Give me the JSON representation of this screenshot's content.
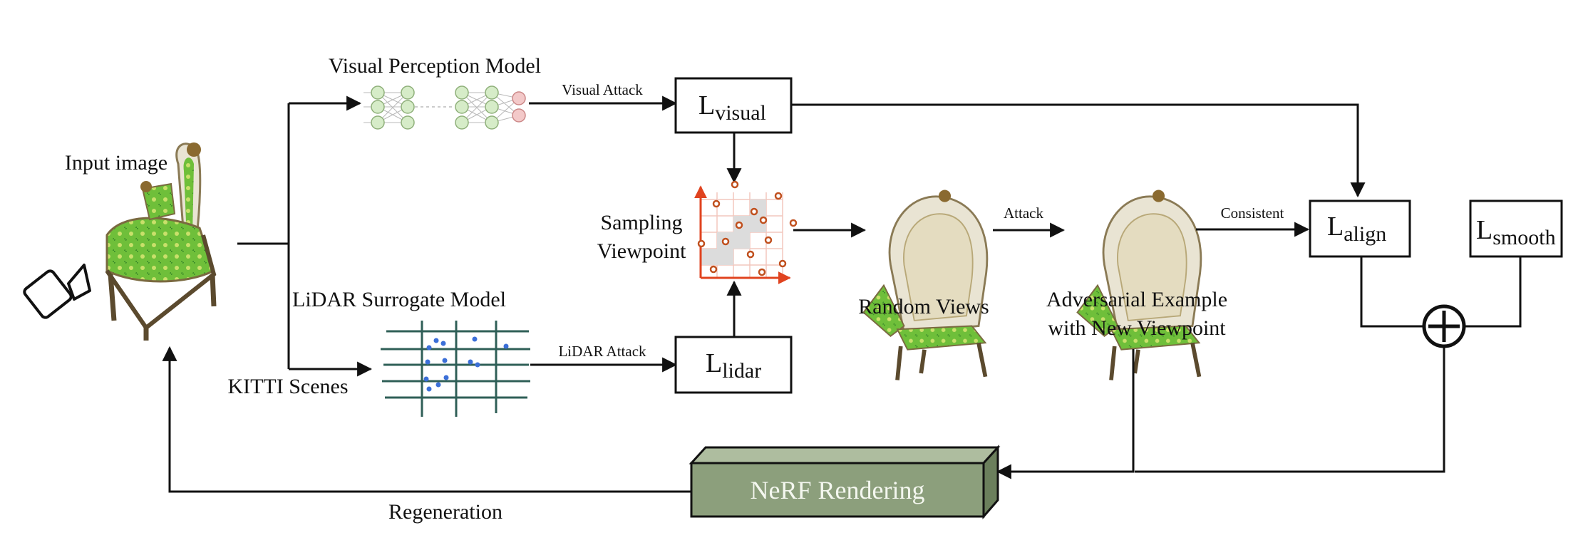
{
  "labels": {
    "input_image": "Input image",
    "visual_model": "Visual Perception Model",
    "lidar_model": "LiDAR Surrogate Model",
    "kitti": "KITTI Scenes",
    "sampling_line1": "Sampling",
    "sampling_line2": "Viewpoint",
    "random_views": "Random Views",
    "adv_line1": "Adversarial Example",
    "adv_line2": "with New Viewpoint",
    "regeneration": "Regeneration"
  },
  "edge_labels": {
    "visual_attack": "Visual Attack",
    "lidar_attack": "LiDAR Attack",
    "attack": "Attack",
    "consistent": "Consistent"
  },
  "boxes": {
    "visual": {
      "main": "L",
      "sub": "visual"
    },
    "lidar": {
      "main": "L",
      "sub": "lidar"
    },
    "align": {
      "main": "L",
      "sub": "align"
    },
    "smooth": {
      "main": "L",
      "sub": "smooth"
    },
    "nerf": "NeRF Rendering"
  },
  "colors": {
    "chair_green": "#6fbf3a",
    "chair_frame": "#e9e4d3",
    "nerf_front": "#8c9f7c",
    "nerf_top": "#aebd9f",
    "nerf_side": "#6b7f5c",
    "grid_line": "#2f5f57",
    "lidar_point": "#3b6fd8",
    "sampling_axis": "#e0431f"
  }
}
